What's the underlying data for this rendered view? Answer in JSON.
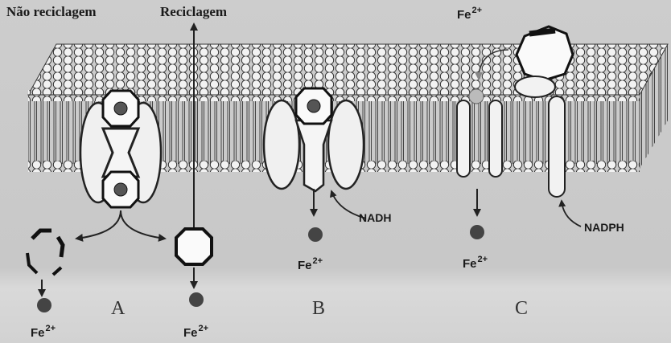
{
  "labels": {
    "non_recycling": "Não reciclagem",
    "recycling": "Reciclagem",
    "nadh": "NADH",
    "nadph": "NADPH",
    "ion_base": "Fe",
    "ion_charge": "2+",
    "pathway_a": "A",
    "pathway_b": "B",
    "pathway_c": "C"
  }
}
